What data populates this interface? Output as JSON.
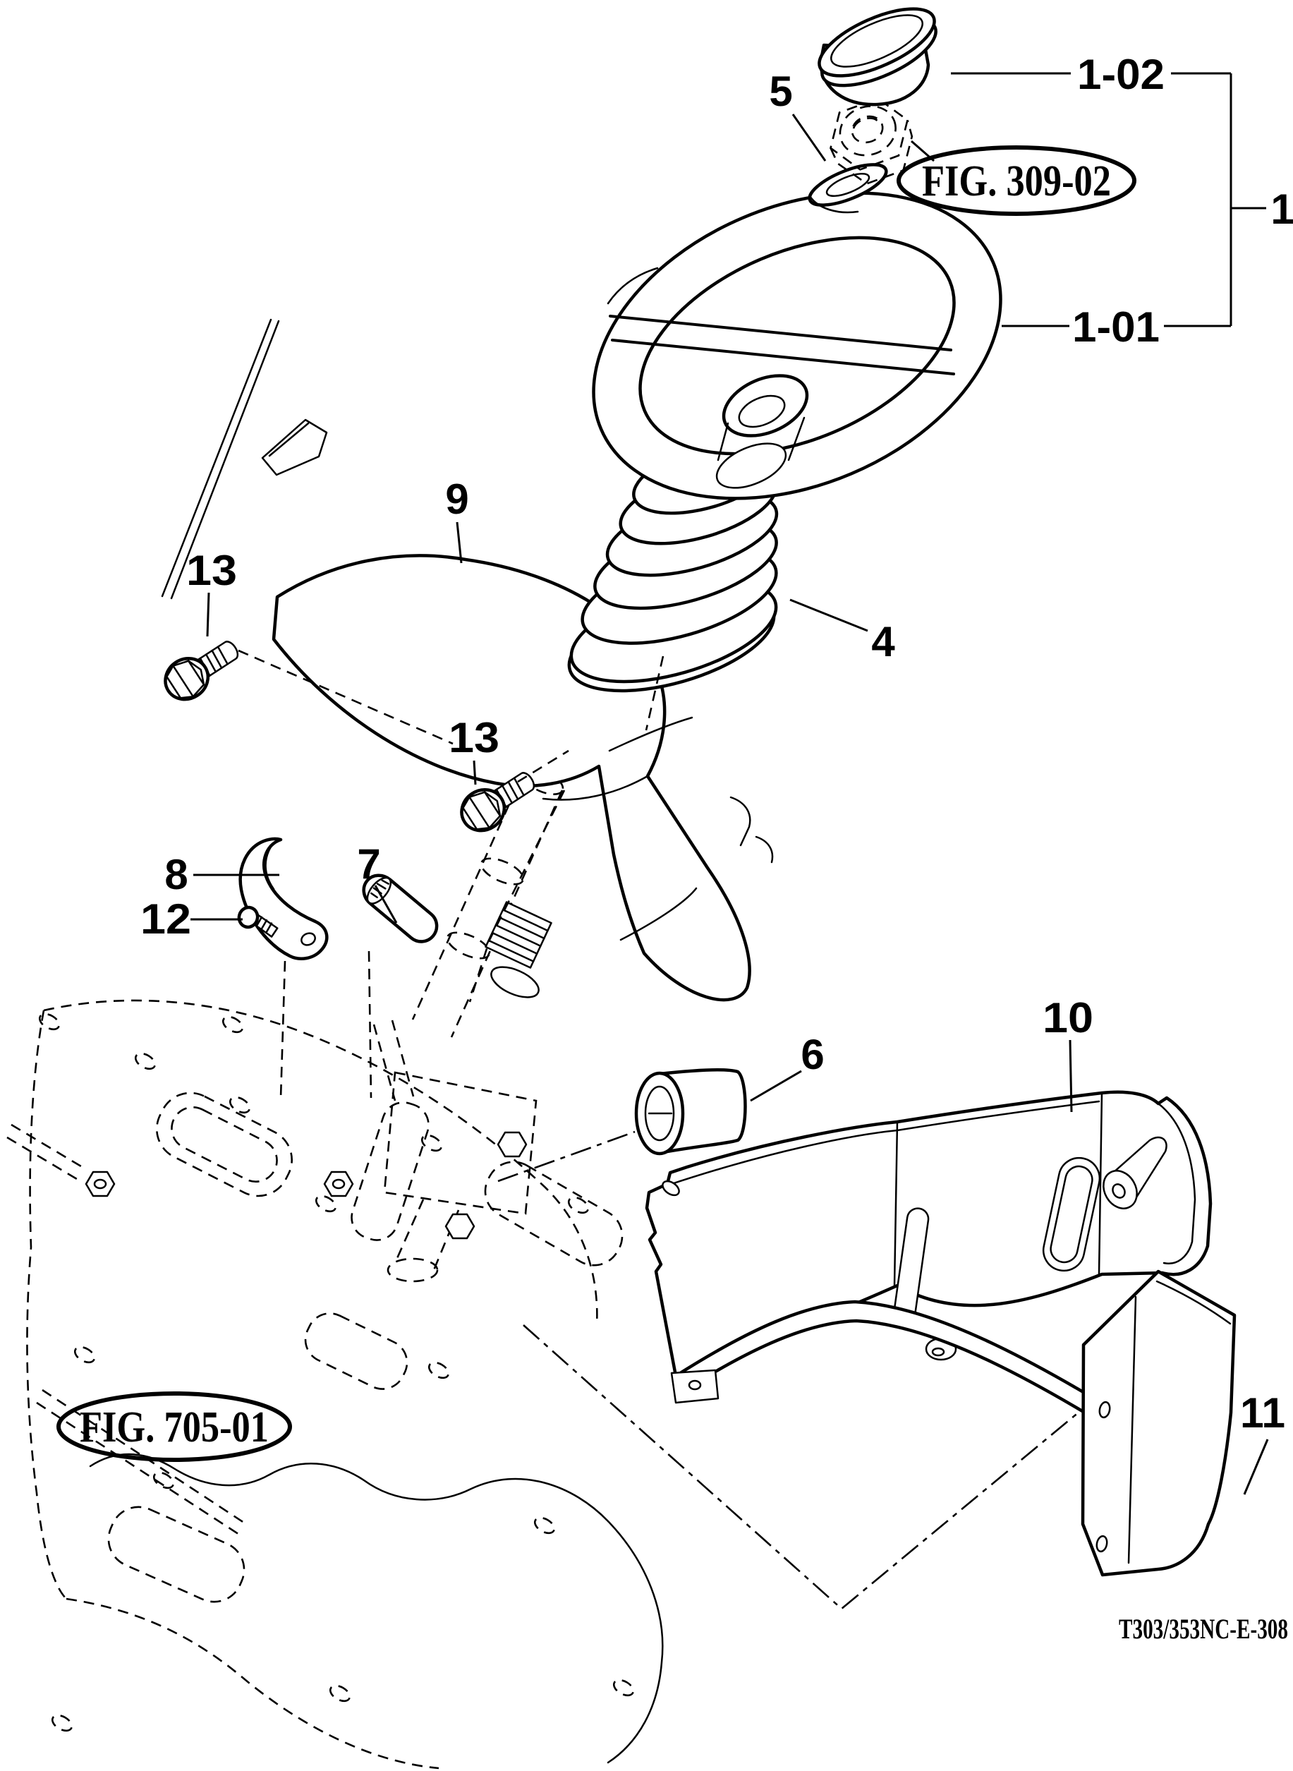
{
  "page": {
    "background": "#ffffff",
    "line_color": "#000000"
  },
  "callouts": {
    "c1": "1",
    "c1_01": "1-01",
    "c1_02": "1-02",
    "c4": "4",
    "c5": "5",
    "c6": "6",
    "c7": "7",
    "c8": "8",
    "c9": "9",
    "c10": "10",
    "c11": "11",
    "c12": "12",
    "c13a": "13",
    "c13b": "13"
  },
  "references": {
    "fig_309_02": "FIG. 309-02",
    "fig_705_01": "FIG. 705-01"
  },
  "footer": {
    "drawing_code": "T303/353NC-E-308"
  }
}
